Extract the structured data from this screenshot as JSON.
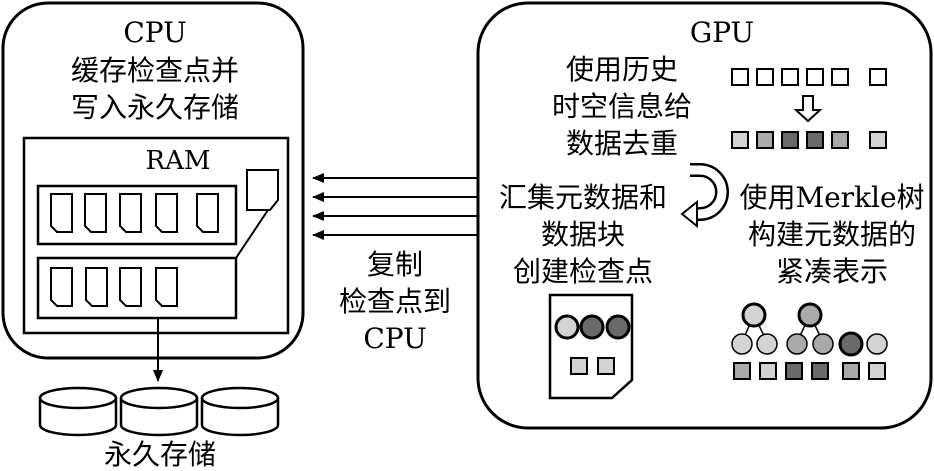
{
  "cpu": {
    "title": "CPU",
    "desc_line1": "缓存检查点并",
    "desc_line2": "写入永久存储",
    "ram_label": "RAM"
  },
  "gpu": {
    "title": "GPU",
    "dedup_line1": "使用历史",
    "dedup_line2": "时空信息给",
    "dedup_line3": "数据去重",
    "aggregate_line1": "汇集元数据和",
    "aggregate_line2": "数据块",
    "aggregate_line3": "创建检查点",
    "merkle_line1": "使用Merkle树",
    "merkle_line2": "构建元数据的",
    "merkle_line3": "紧凑表示"
  },
  "transfer": {
    "line1": "复制",
    "line2": "检查点到",
    "line3": "CPU"
  },
  "storage": {
    "label": "永久存储"
  },
  "colors": {
    "stroke": "#000000",
    "light_gray": "#d3d3d3",
    "mid_gray": "#a9a9a9",
    "dark_gray": "#696969",
    "background": "#ffffff"
  }
}
